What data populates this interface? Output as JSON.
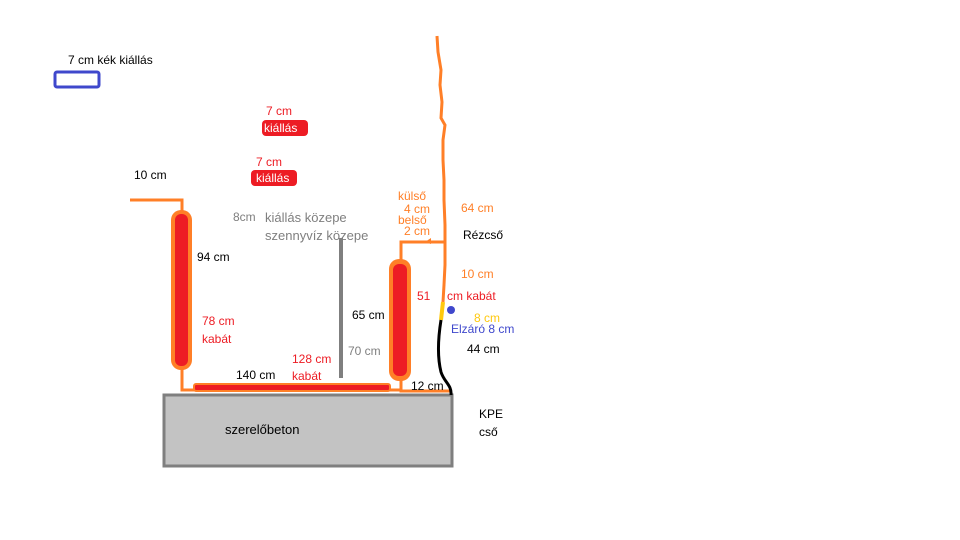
{
  "labels": {
    "blue_stub": "7 cm kék kiállás",
    "stub1_len": "7 cm",
    "stub1_word": "kiállás",
    "stub2_len": "7 cm",
    "stub2_word": "kiállás",
    "left_top_len": "10 cm",
    "gray_offset": "8cm",
    "center_line1": "kiállás közepe",
    "center_line2": "szennyvíz közepe",
    "outer_label": "külső",
    "outer_len": "4 cm",
    "inner_label": "belső",
    "inner_len": "2 cm",
    "top_len": "64 cm",
    "copper": "Rézcső",
    "left_riser": "94 cm",
    "left_jacket_len": "78 cm",
    "left_jacket_word": "kabát",
    "right_riser": "65 cm",
    "gray_len": "70 cm",
    "bottom_len": "140 cm",
    "bottom_jacket_len": "128 cm",
    "bottom_jacket_word": "kabát",
    "right_bottom_len": "12 cm",
    "right_jacket_num": "51",
    "right_jacket_word": "cm kabát",
    "right_10": "10 cm",
    "valve_len": "8 cm",
    "valve_label": "Elzáró 8 cm",
    "right_44": "44 cm",
    "kpe1": "KPE",
    "kpe2": "cső",
    "concrete": "szerelőbeton"
  },
  "colors": {
    "pipe": "#ff7f27",
    "jacket": "#ed1c24",
    "gray": "#7f7f7f",
    "blue": "#3f48cc",
    "valve": "#ffc90e",
    "hose": "#000000",
    "concrete_fill": "#c3c3c3"
  }
}
